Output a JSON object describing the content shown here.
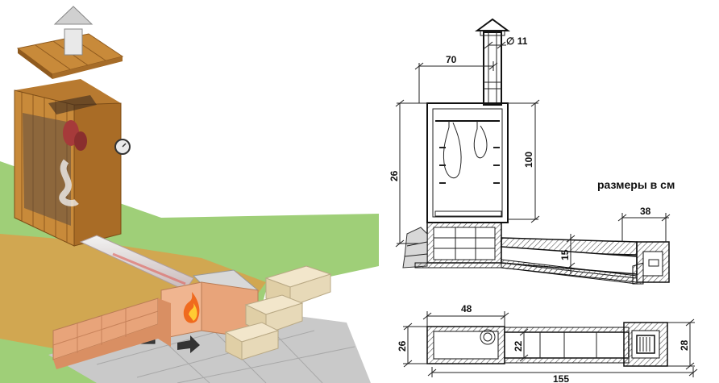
{
  "note": "размеры в см",
  "dimensions": {
    "pipe_diameter": "∅ 11",
    "chimney_offset": "70",
    "cabinet_height": "26",
    "inner_height": "100",
    "firebox_width": "38",
    "channel_height": "15",
    "plan_width": "48",
    "plan_depth": "26",
    "channel_width": "22",
    "firebox_depth": "28",
    "total_length": "155"
  },
  "colors": {
    "wood": "#c88a3a",
    "wood_dark": "#8f5a1e",
    "brick": "#e8a47a",
    "grass": "#8fc26a",
    "soil": "#d69a45",
    "paving": "#c9c9c9",
    "stone": "#e7d9b8",
    "hatch": "#555555"
  }
}
